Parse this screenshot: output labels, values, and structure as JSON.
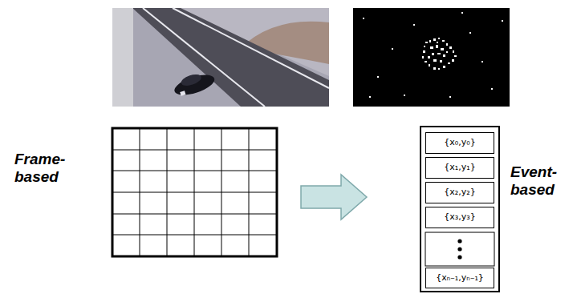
{
  "diagram": {
    "nodes": [
      {
        "text": [
          "{x₀,y₀}"
        ]
      },
      {
        "text": [
          "{x₁,y₁}"
        ]
      },
      {
        "text": [
          "{x₂,y₂}"
        ]
      },
      {
        "text": [
          "{x₃,y₃}"
        ]
      },
      {
        "text": [
          "{xₙ₋₁,yₙ₋₁}"
        ]
      }
    ],
    "labels": [
      "Frame- based",
      "Event- based"
    ]
  }
}
